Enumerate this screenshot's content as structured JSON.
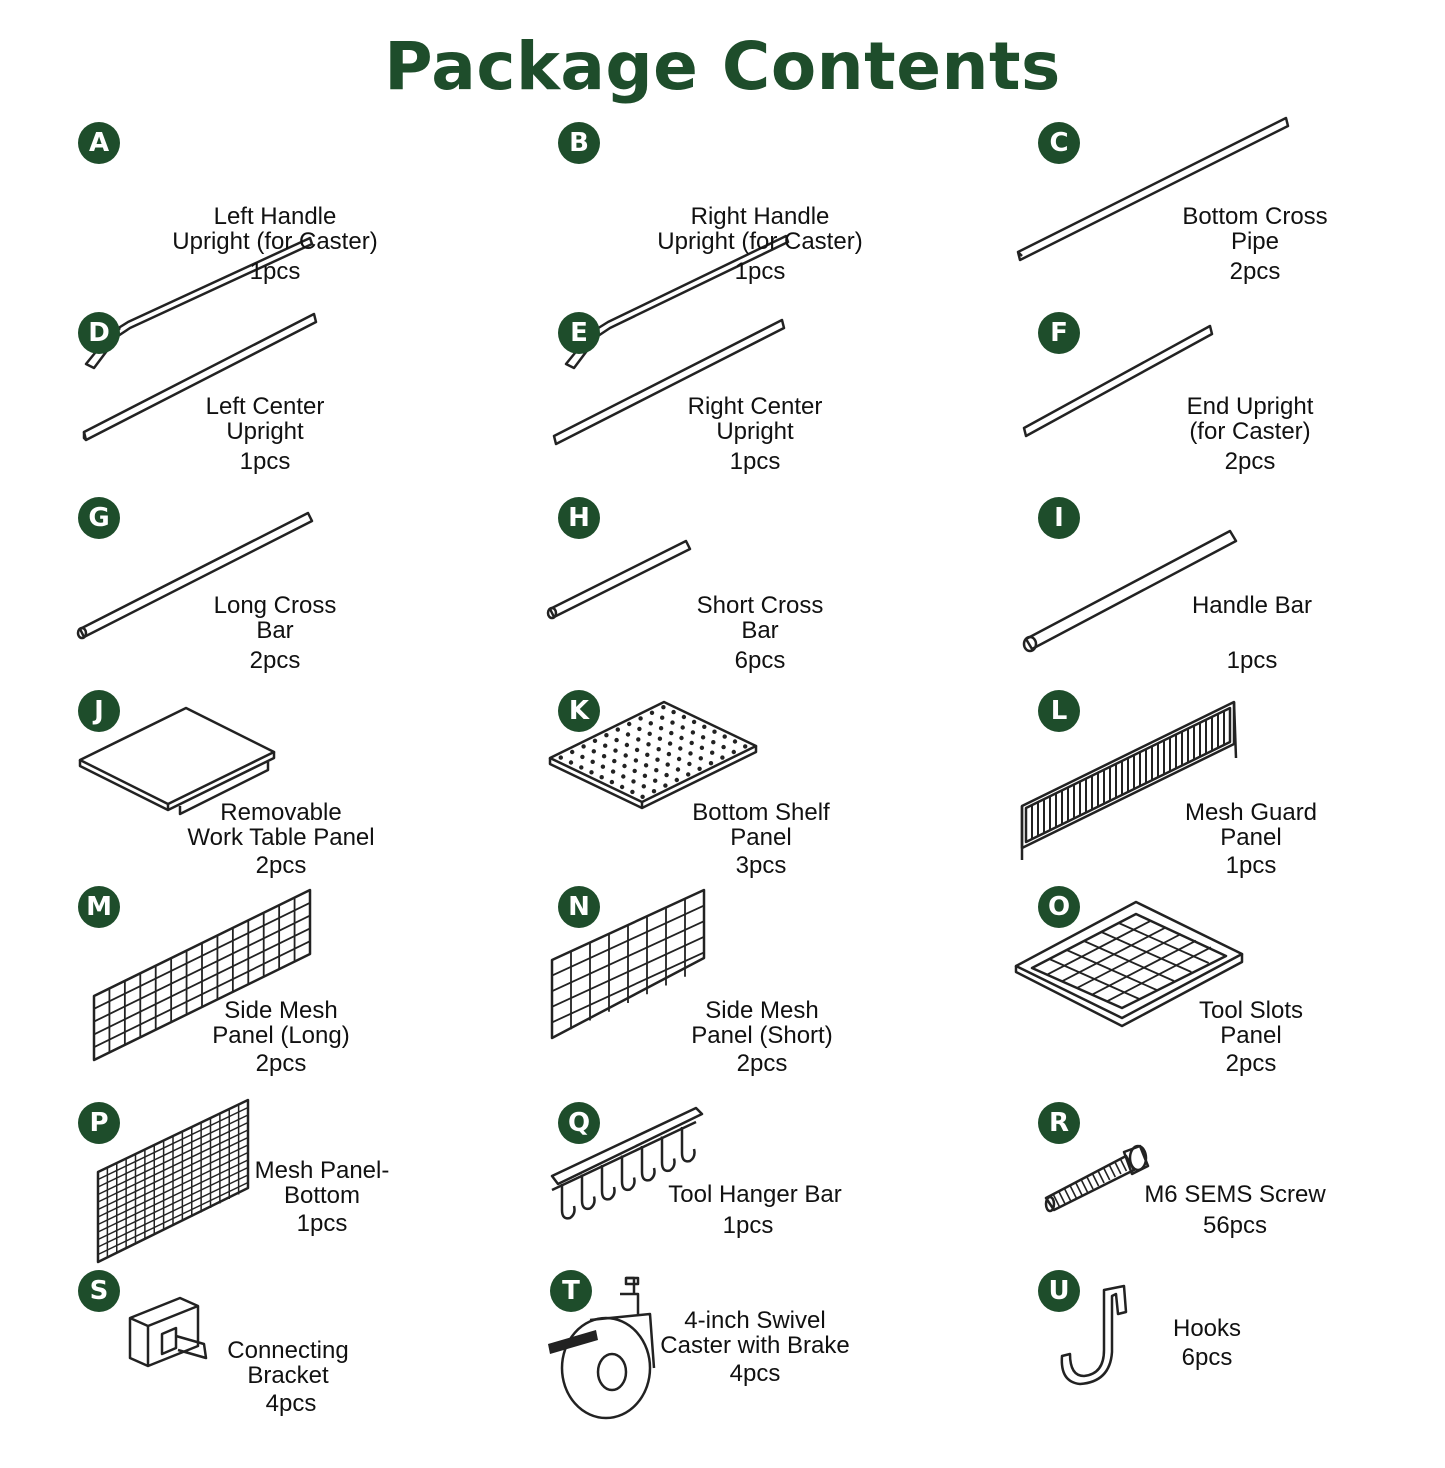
{
  "title": "Package Contents",
  "colors": {
    "accent": "#1e4d2b",
    "line": "#222222"
  },
  "items": [
    {
      "letter": "A",
      "name": [
        "Left Handle",
        "Upright (for Caster)"
      ],
      "qty": "1pcs"
    },
    {
      "letter": "B",
      "name": [
        "Right Handle",
        "Upright (for Caster)"
      ],
      "qty": "1pcs"
    },
    {
      "letter": "C",
      "name": [
        "Bottom Cross",
        "Pipe"
      ],
      "qty": "2pcs"
    },
    {
      "letter": "D",
      "name": [
        "Left Center",
        "Upright"
      ],
      "qty": "1pcs"
    },
    {
      "letter": "E",
      "name": [
        "Right Center",
        "Upright"
      ],
      "qty": "1pcs"
    },
    {
      "letter": "F",
      "name": [
        "End Upright",
        "(for Caster)"
      ],
      "qty": "2pcs"
    },
    {
      "letter": "G",
      "name": [
        "Long Cross",
        "Bar"
      ],
      "qty": "2pcs"
    },
    {
      "letter": "H",
      "name": [
        "Short Cross",
        "Bar"
      ],
      "qty": "6pcs"
    },
    {
      "letter": "I",
      "name": [
        "Handle Bar",
        ""
      ],
      "qty": "1pcs"
    },
    {
      "letter": "J",
      "name": [
        "Removable",
        "Work Table Panel"
      ],
      "qty": "2pcs"
    },
    {
      "letter": "K",
      "name": [
        "Bottom Shelf",
        "Panel"
      ],
      "qty": "3pcs"
    },
    {
      "letter": "L",
      "name": [
        "Mesh Guard",
        "Panel"
      ],
      "qty": "1pcs"
    },
    {
      "letter": "M",
      "name": [
        "Side Mesh",
        "Panel (Long)"
      ],
      "qty": "2pcs"
    },
    {
      "letter": "N",
      "name": [
        "Side Mesh",
        "Panel (Short)"
      ],
      "qty": "2pcs"
    },
    {
      "letter": "O",
      "name": [
        "Tool Slots",
        "Panel"
      ],
      "qty": "2pcs"
    },
    {
      "letter": "P",
      "name": [
        "Mesh Panel-",
        "Bottom"
      ],
      "qty": "1pcs"
    },
    {
      "letter": "Q",
      "name": [
        "Tool Hanger Bar"
      ],
      "qty": "1pcs"
    },
    {
      "letter": "R",
      "name": [
        "M6 SEMS Screw"
      ],
      "qty": "56pcs"
    },
    {
      "letter": "S",
      "name": [
        "Connecting",
        "Bracket"
      ],
      "qty": "4pcs"
    },
    {
      "letter": "T",
      "name": [
        "4-inch Swivel",
        "Caster with Brake"
      ],
      "qty": "4pcs"
    },
    {
      "letter": "U",
      "name": [
        "Hooks"
      ],
      "qty": "6pcs"
    }
  ]
}
